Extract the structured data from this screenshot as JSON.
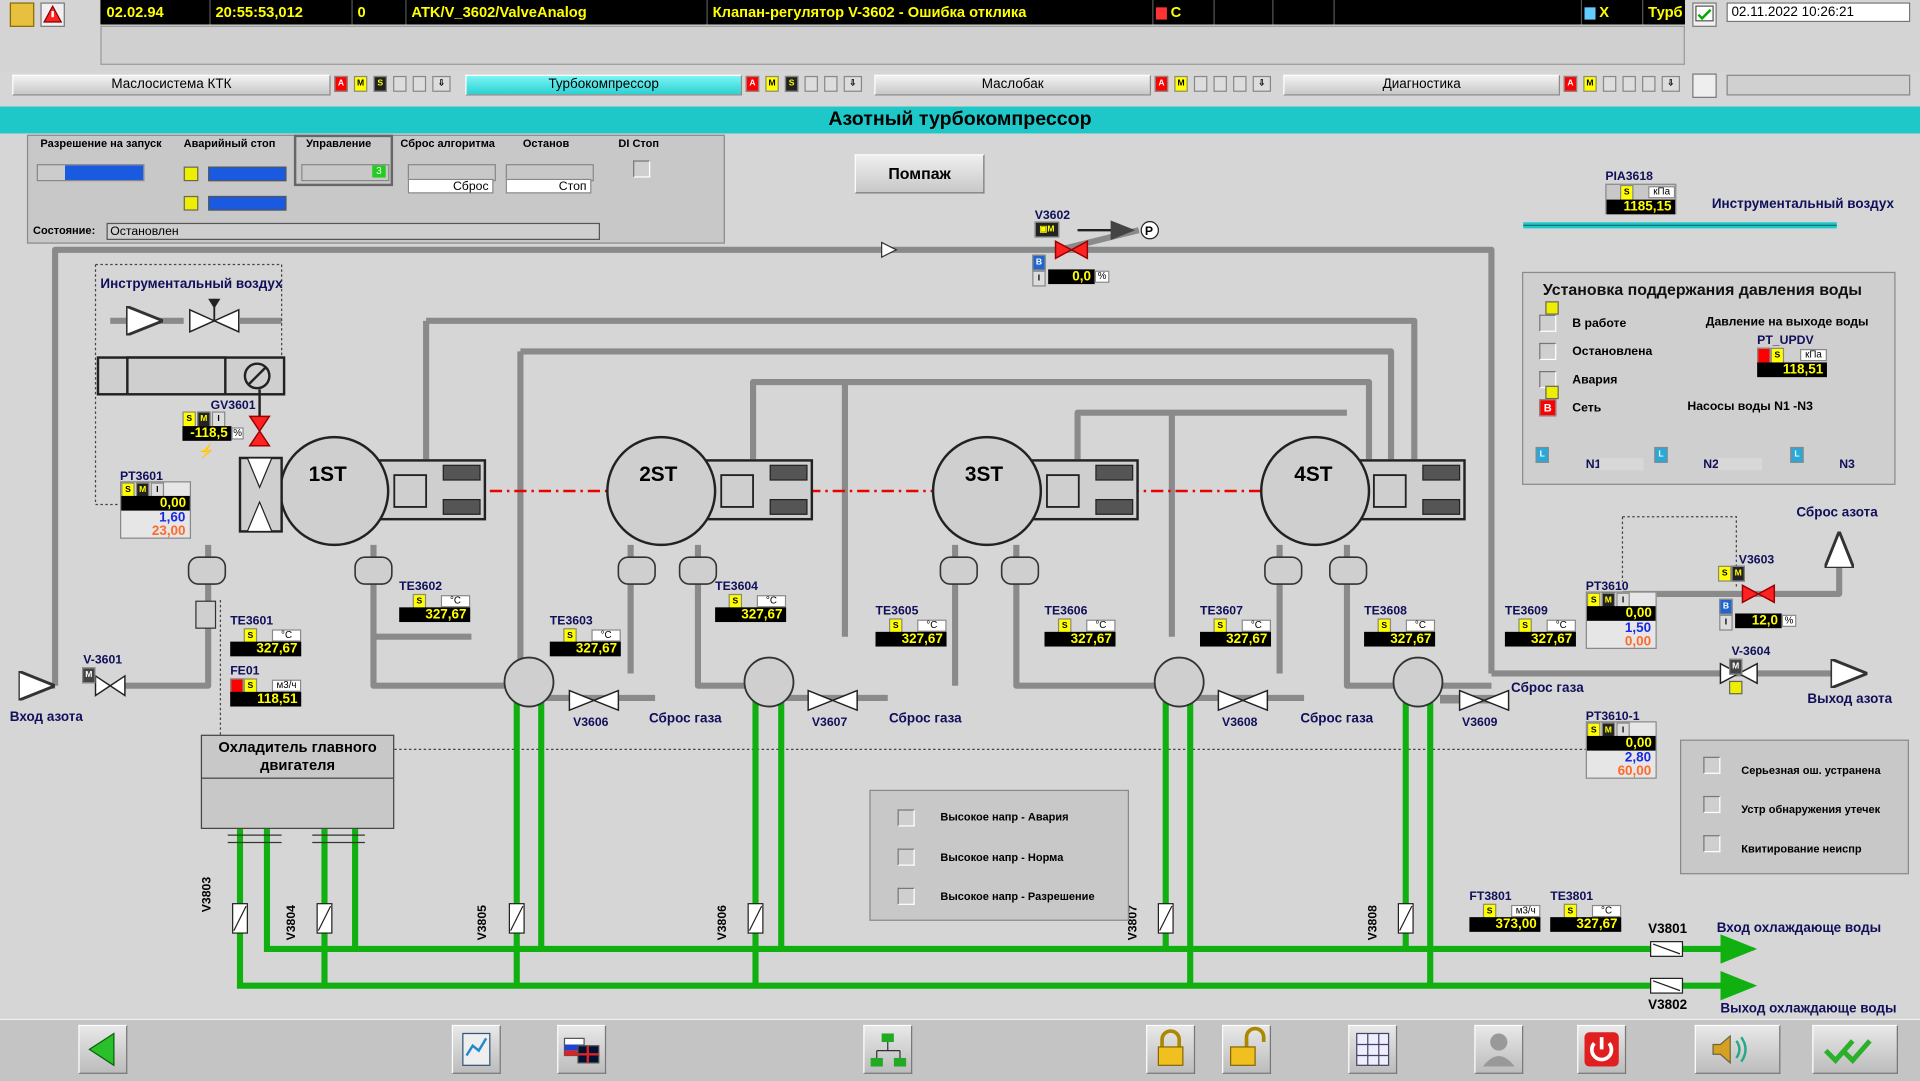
{
  "alarm_bar": {
    "date": "02.02.94",
    "time": "20:55:53,012",
    "code": "0",
    "tag": "ATK/V_3602/ValveAnalog",
    "message": "Клапан-регулятор V-3602 - Ошибка отклика",
    "class": "C",
    "ack": "X",
    "area": "Турб",
    "clock": "02.11.2022 10:26:21"
  },
  "tabs": [
    {
      "label": "Маслосистема КТК",
      "active": false
    },
    {
      "label": "Турбокомпрессор",
      "active": true
    },
    {
      "label": "Маслобак",
      "active": false
    },
    {
      "label": "Диагностика",
      "active": false
    }
  ],
  "title": "Азотный турбокомпрессор",
  "control": {
    "headers": [
      "Разрешение на запуск",
      "Аварийный стоп",
      "Управление",
      "Сброс алгоритма",
      "Останов",
      "DI Стоп"
    ],
    "reset_label": "Сброс",
    "stop_label": "Стоп",
    "state_label": "Состояние:",
    "state_value": "Остановлен",
    "mode_number": "3"
  },
  "surge_button": "Помпаж",
  "stages": [
    "1ST",
    "2ST",
    "3ST",
    "4ST"
  ],
  "labels": {
    "instrument_air_left": "Инструментальный воздух",
    "instrument_air_right": "Инструментальный воздух",
    "nitrogen_in": "Вход азота",
    "nitrogen_out": "Выход азота",
    "nitrogen_vent": "Сброс азота",
    "gas_vent": "Сброс газа",
    "cooler": "Охладитель главного двигателя",
    "cw_in": "Вход охлаждающе воды",
    "cw_out": "Выход охлаждающе воды"
  },
  "instruments": {
    "PIA3618": {
      "tag": "PIA3618",
      "value": "1185,15",
      "unit": "кПа"
    },
    "V3602": {
      "tag": "V3602",
      "value": "0,0",
      "unit": "%"
    },
    "GV3601": {
      "tag": "GV3601",
      "value": "-118,5",
      "unit": "%"
    },
    "PT3601": {
      "tag": "PT3601",
      "value": "0,00",
      "lo": "1,60",
      "hi": "23,00"
    },
    "TE3601": {
      "tag": "TE3601",
      "value": "327,67",
      "unit": "°C"
    },
    "FE01": {
      "tag": "FE01",
      "value": "118,51",
      "unit": "м3/ч"
    },
    "TE3602": {
      "tag": "TE3602",
      "value": "327,67",
      "unit": "°C"
    },
    "TE3603": {
      "tag": "TE3603",
      "value": "327,67",
      "unit": "°C"
    },
    "TE3604": {
      "tag": "TE3604",
      "value": "327,67",
      "unit": "°C"
    },
    "TE3605": {
      "tag": "TE3605",
      "value": "327,67",
      "unit": "°C"
    },
    "TE3606": {
      "tag": "TE3606",
      "value": "327,67",
      "unit": "°C"
    },
    "TE3607": {
      "tag": "TE3607",
      "value": "327,67",
      "unit": "°C"
    },
    "TE3608": {
      "tag": "TE3608",
      "value": "327,67",
      "unit": "°C"
    },
    "TE3609": {
      "tag": "TE3609",
      "value": "327,67",
      "unit": "°C"
    },
    "PT3610": {
      "tag": "PT3610",
      "value": "0,00",
      "lo": "1,50",
      "hi": "0,00"
    },
    "PT3610_1": {
      "tag": "PT3610-1",
      "value": "0,00",
      "lo": "2,80",
      "hi": "60,00"
    },
    "V3603": {
      "tag": "V3603",
      "value": "12,0",
      "unit": "%"
    },
    "FT3801": {
      "tag": "FT3801",
      "value": "373,00",
      "unit": "м3/ч"
    },
    "TE3801": {
      "tag": "TE3801",
      "value": "327,67",
      "unit": "°C"
    },
    "PT_UPDV": {
      "tag": "PT_UPDV",
      "value": "118,51",
      "unit": "кПа"
    }
  },
  "valves": {
    "V3601": "V-3601",
    "V3604": "V-3604",
    "V3606": "V3606",
    "V3607": "V3607",
    "V3608": "V3608",
    "V3609": "V3609",
    "V3801": "V3801",
    "V3802": "V3802",
    "vertical": [
      "V3803",
      "V3804",
      "V3805",
      "V3806",
      "V3807",
      "V3808"
    ]
  },
  "water_unit": {
    "title": "Установка поддержания давления воды",
    "states": [
      "В работе",
      "Остановлена",
      "Авария",
      "Сеть"
    ],
    "outlet_pressure_label": "Давление на выходе воды",
    "pumps_label": "Насосы воды N1 -N3",
    "pumps": [
      "N1",
      "N2",
      "N3"
    ]
  },
  "voltage_panel": [
    "Высокое напр - Авария",
    "Высокое напр - Норма",
    "Высокое напр - Разрешение"
  ],
  "right_panel": [
    "Серьезная ош. устранена",
    "Устр обнаружения утечек",
    "Квитирование неиспр"
  ],
  "colors": {
    "accent": "#1ec8c8",
    "pipe_water": "#10b010",
    "alarm_red": "#ff0000",
    "value_yellow": "#ffff00"
  }
}
